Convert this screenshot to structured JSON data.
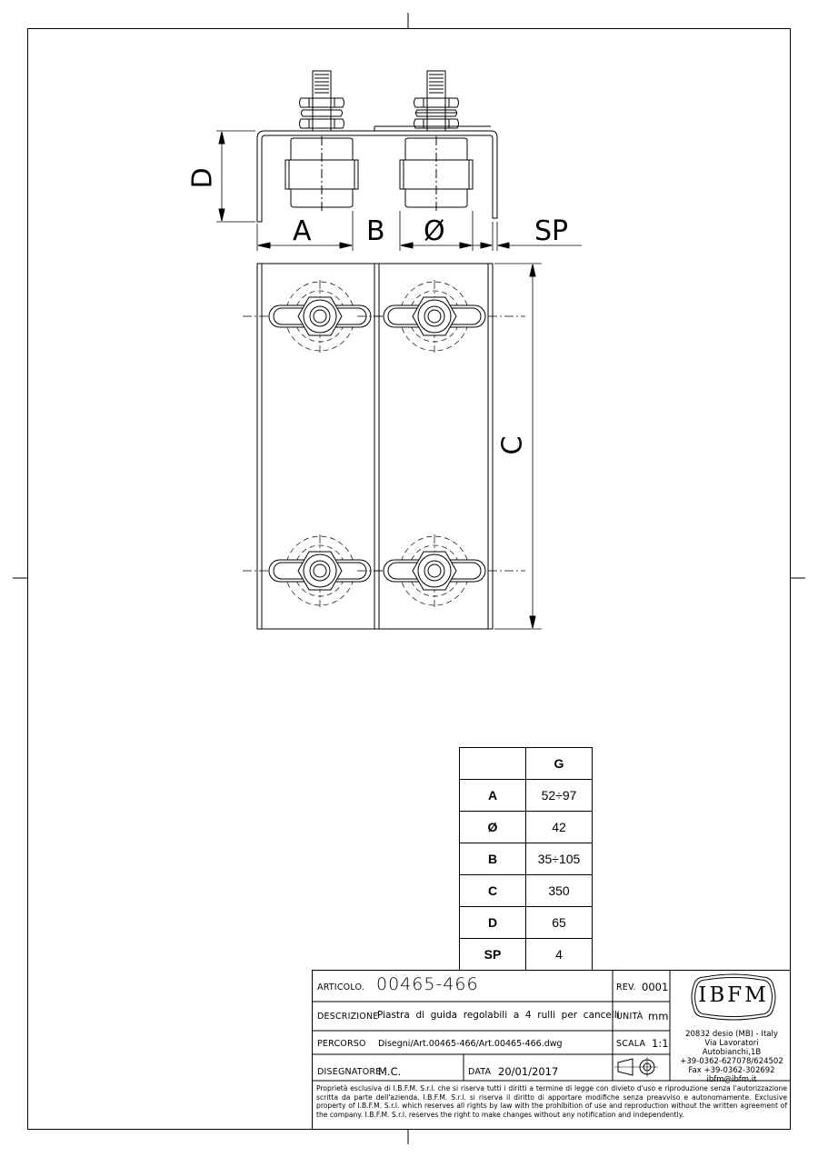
{
  "dimension_labels": {
    "d": "D",
    "a": "A",
    "b": "B",
    "phi": "Ø",
    "sp": "SP",
    "c": "C"
  },
  "table": {
    "column_header": "G",
    "rows": [
      {
        "key": "A",
        "value": "52÷97"
      },
      {
        "key": "Ø",
        "value": "42"
      },
      {
        "key": "B",
        "value": "35÷105"
      },
      {
        "key": "C",
        "value": "350"
      },
      {
        "key": "D",
        "value": "65"
      },
      {
        "key": "SP",
        "value": "4"
      }
    ]
  },
  "title_block": {
    "articolo_label": "ARTICOLO.",
    "articolo_value": "00465-466",
    "rev_label": "REV.",
    "rev_value": "0001",
    "descrizione_label": "DESCRIZIONE",
    "descrizione_value": "Piastra  di  guida  regolabili  a  4  rulli  per  cancelli",
    "unita_label": "UNITÀ",
    "unita_value": "mm",
    "percorso_label": "PERCORSO",
    "percorso_value": "Disegni/Art.00465-466/Art.00465-466.dwg",
    "scala_label": "SCALA",
    "scala_value": "1:1",
    "disegnatore_label": "DISEGNATORE",
    "disegnatore_value": "M.C.",
    "data_label": "DATA",
    "data_value": "20/01/2017",
    "logo_text": "IBFM",
    "address_lines": [
      "20832 desio (MB) - Italy",
      "Via Lavoratori Autobianchi,1B",
      "+39-0362-627078/624502",
      "Fax +39-0362-302692",
      "ibfm@ibfm.it"
    ],
    "legal_text": "Proprietà esclusiva di I.B.F.M. S.r.l. che si riserva tutti i diritti a termine di legge con divieto d'uso e riproduzione senza l'autorizzazione scritta da parte dell'azienda. I.B.F.M. S.r.l. si riserva il diritto di apportare modifiche senza preavviso e autonomamente. Exclusive property of I.B.F.M. S.r.l. which reserves all rights by law with the prohibition of use and reproduction without the written agreement of the company. I.B.F.M. S.r.l. reserves the right to make changes without any notification and independently."
  }
}
